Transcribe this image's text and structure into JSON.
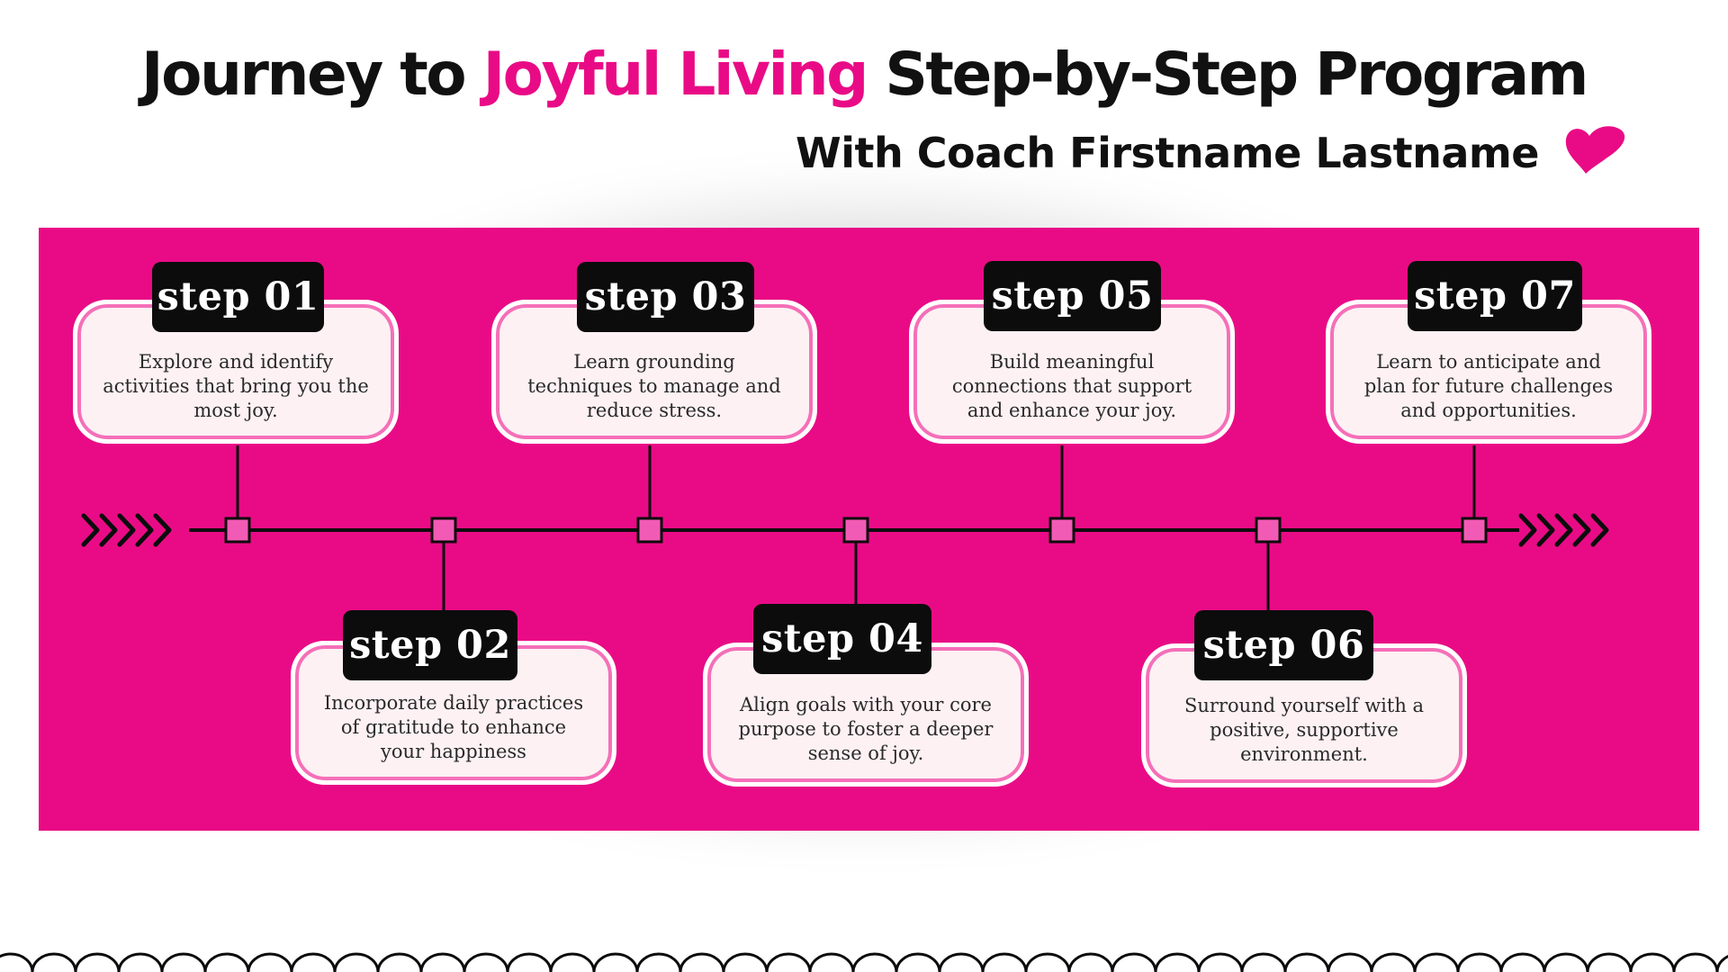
{
  "header": {
    "title_part1": "Journey to ",
    "title_accent": "Joyful Living",
    "title_part2": " Step-by-Step Program",
    "subtitle": "With Coach Firstname Lastname"
  },
  "steps": [
    {
      "label": "step 01",
      "text": "Explore and identify activities that bring you the most joy."
    },
    {
      "label": "step 02",
      "text": "Incorporate daily practices of gratitude to enhance your happiness"
    },
    {
      "label": "step 03",
      "text": "Learn grounding techniques to manage and reduce stress."
    },
    {
      "label": "step 04",
      "text": "Align goals with your core purpose to foster a deeper sense of joy."
    },
    {
      "label": "step 05",
      "text": "Build meaningful connections that support and enhance your joy."
    },
    {
      "label": "step 06",
      "text": "Surround yourself with a positive, supportive environment."
    },
    {
      "label": "step 07",
      "text": "Learn to anticipate and plan for future challenges and opportunities."
    }
  ],
  "colors": {
    "accent": "#e90b86",
    "node_fill": "#f25bb5",
    "card_bg": "#fdf1f4",
    "tag_bg": "#0c0c0c"
  },
  "icons": {
    "heart": "heart-icon",
    "timeline_start": "chevrons-right-icon",
    "timeline_end": "chevrons-right-icon"
  }
}
